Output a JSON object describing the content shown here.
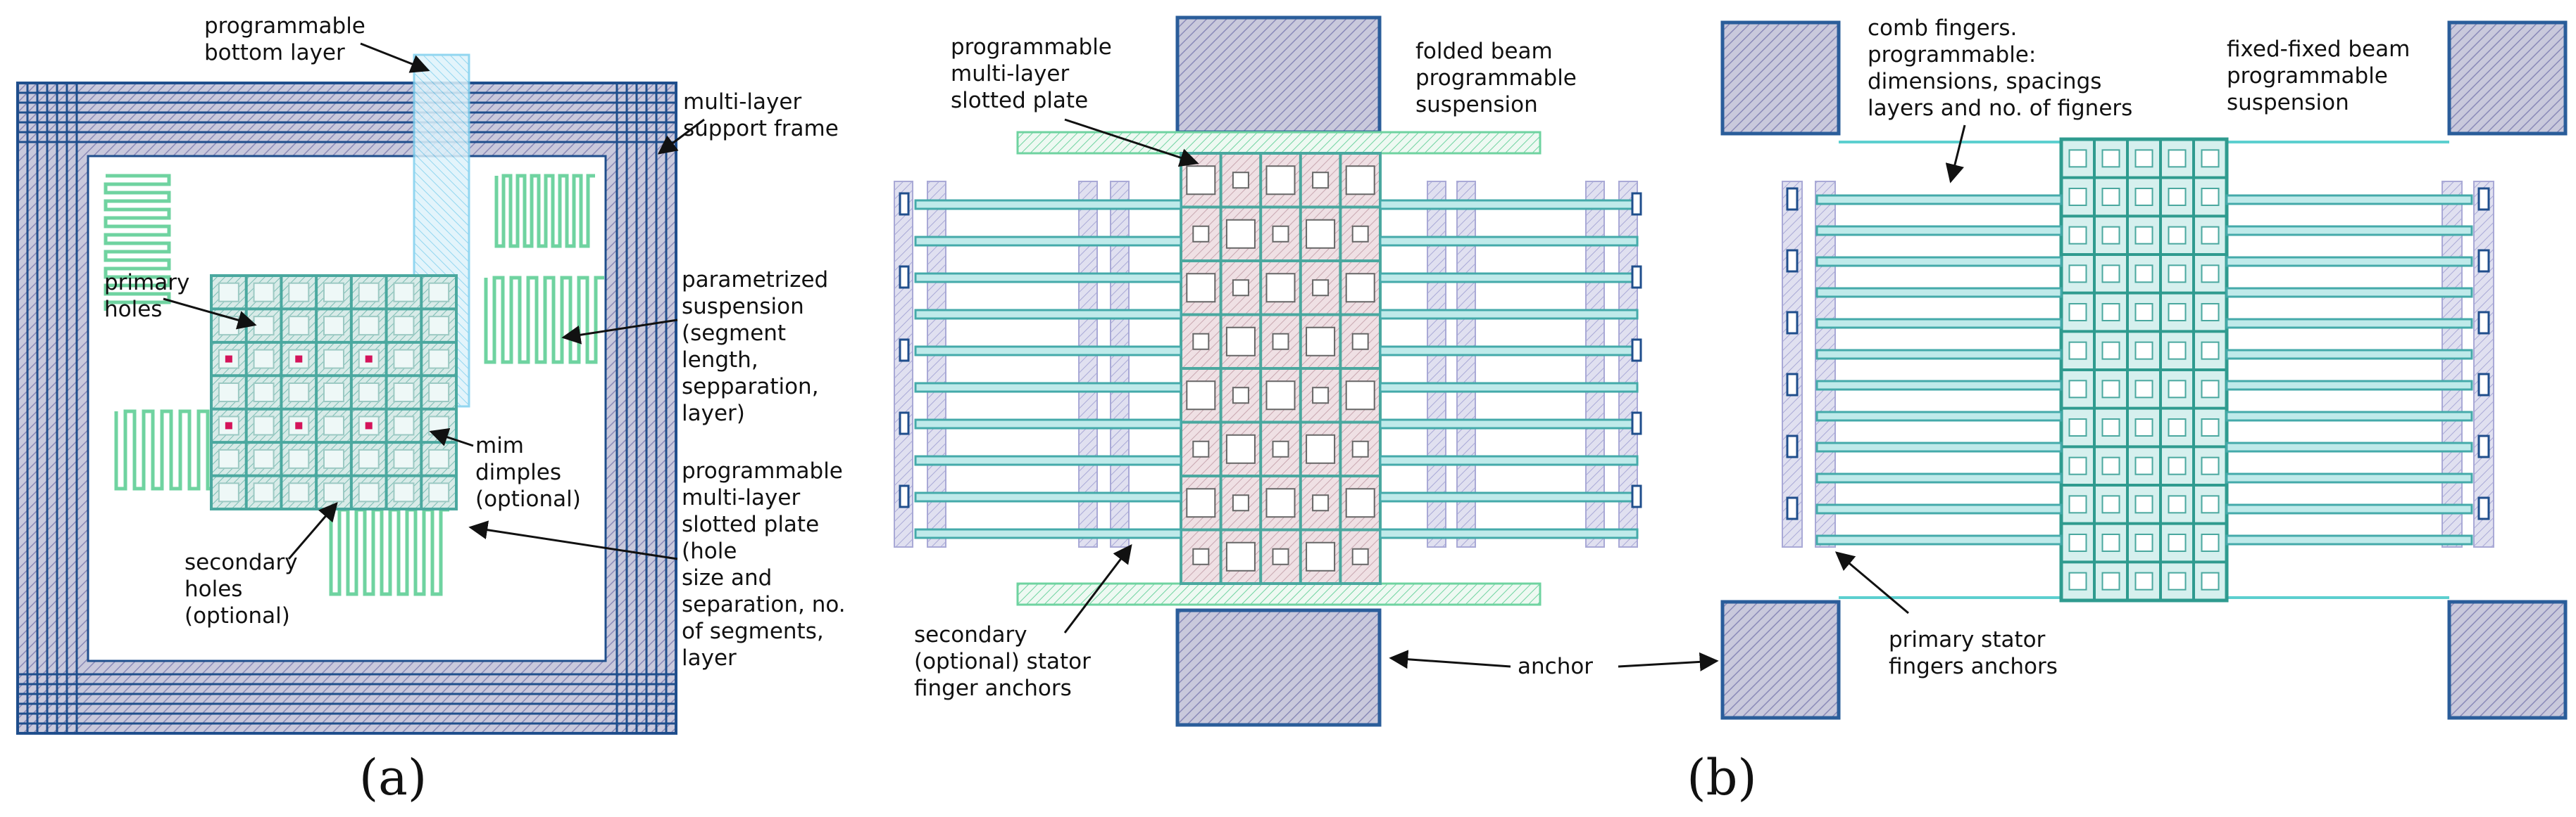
{
  "colors": {
    "frame": "#1f4e8c",
    "frame_fill": "#ffffff",
    "suspension": "#6fd3a0",
    "plate": "#4aa89f",
    "plate_fill": "#dcecea",
    "bottom_layer": "#7fd0ee",
    "dimple": "#d4145a",
    "anchor_fill": "#c9c9dc",
    "anchor_border": "#2a5d9a",
    "stator_fill": "#d6d6ea",
    "finger": "#44aaaa",
    "cyan_line": "#5ccfcf",
    "plate_b_fill": "#e8d8dc",
    "arrow": "#111111"
  },
  "panel_a": {
    "caption": "(a)",
    "labels": {
      "bottom_layer": [
        "programmable",
        "bottom layer"
      ],
      "support_frame": [
        "multi-layer",
        "support frame"
      ],
      "primary_holes": [
        "primary",
        "holes"
      ],
      "suspension": [
        "parametrized",
        "suspension",
        "(segment",
        "length,",
        "sepparation,",
        "layer)"
      ],
      "dimples": [
        "mim",
        "dimples",
        "(optional)"
      ],
      "slotted_plate": [
        "programmable",
        "multi-layer",
        "slotted plate",
        "(hole",
        "size and",
        "separation, no.",
        "of segments,",
        "layer"
      ],
      "secondary_holes": [
        "secondary",
        "holes",
        "(optional)"
      ]
    }
  },
  "panel_b": {
    "caption": "(b)",
    "labels": {
      "slotted_plate": [
        "programmable",
        "multi-layer",
        "slotted plate"
      ],
      "folded_beam": [
        "folded beam",
        "programmable",
        "suspension"
      ],
      "comb_fingers": [
        "comb fingers.",
        "programmable:",
        "dimensions, spacings",
        "layers and no. of figners"
      ],
      "fixed_beam": [
        "fixed-fixed beam",
        "programmable",
        "suspension"
      ],
      "secondary_stator": [
        "secondary",
        "(optional) stator",
        "finger anchors"
      ],
      "anchor": "anchor",
      "primary_stator": [
        "primary stator",
        "fingers anchors"
      ]
    }
  }
}
